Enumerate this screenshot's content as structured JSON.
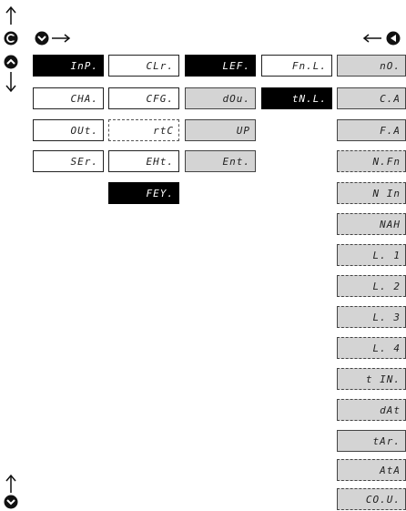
{
  "columns": {
    "col1": [
      {
        "label": "InP.",
        "style": "black"
      },
      {
        "label": "CHA.",
        "style": "white"
      },
      {
        "label": "OUt.",
        "style": "white"
      },
      {
        "label": "SEr.",
        "style": "white"
      }
    ],
    "col2": [
      {
        "label": "CLr.",
        "style": "white"
      },
      {
        "label": "CFG.",
        "style": "white"
      },
      {
        "label": "rtC",
        "style": "dashed"
      },
      {
        "label": "EHt.",
        "style": "white"
      },
      {
        "label": "FEY.",
        "style": "black"
      }
    ],
    "col3": [
      {
        "label": "LEF.",
        "style": "black"
      },
      {
        "label": "dOu.",
        "style": "gray"
      },
      {
        "label": "UP",
        "style": "gray"
      },
      {
        "label": "Ent.",
        "style": "gray"
      }
    ],
    "col4": [
      {
        "label": "Fn.L.",
        "style": "white"
      },
      {
        "label": "tN.L.",
        "style": "black"
      }
    ],
    "col5": [
      {
        "label": "nO.",
        "style": "gray"
      },
      {
        "label": "C.A",
        "style": "gray"
      },
      {
        "label": "F.A",
        "style": "gray"
      },
      {
        "label": "N.Fn",
        "style": "gray-dashed"
      },
      {
        "label": "N In",
        "style": "gray-dashed"
      },
      {
        "label": "NAH",
        "style": "gray-dashed"
      },
      {
        "label": "L. 1",
        "style": "gray-dashed"
      },
      {
        "label": "L. 2",
        "style": "gray-dashed"
      },
      {
        "label": "L. 3",
        "style": "gray-dashed"
      },
      {
        "label": "L. 4",
        "style": "gray-dashed"
      },
      {
        "label": "t IN.",
        "style": "gray-dashed"
      },
      {
        "label": "dAt",
        "style": "gray-dashed"
      },
      {
        "label": "tAr.",
        "style": "gray"
      },
      {
        "label": "AtA",
        "style": "gray-dashed"
      },
      {
        "label": "CO.U.",
        "style": "gray-dashed"
      }
    ]
  },
  "icons": {
    "up_arrow": "arrow-up-icon",
    "enter_key": "enter-key-icon",
    "down_key": "down-key-icon",
    "up_key": "up-key-icon",
    "left_key": "left-key-icon"
  }
}
